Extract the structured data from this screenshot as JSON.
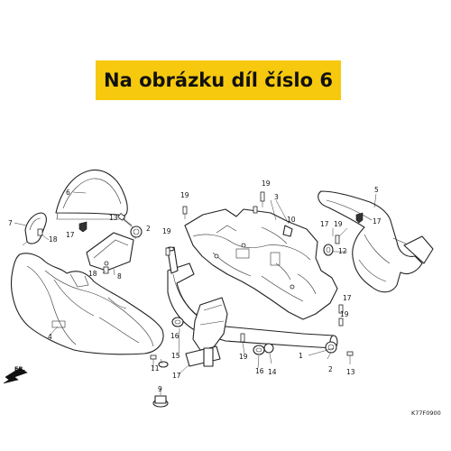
{
  "banner": {
    "text": "Na obrázku díl číslo 6"
  },
  "diagram_code": "K77F0900",
  "direction_label": "FR.",
  "callouts": [
    "1",
    "2",
    "3",
    "4",
    "5",
    "6",
    "7",
    "8",
    "9",
    "10",
    "11",
    "12",
    "13",
    "14",
    "15",
    "16",
    "17",
    "18",
    "19"
  ],
  "colors": {
    "banner_bg": "#f6c90e",
    "line": "#222222",
    "background": "#ffffff"
  }
}
